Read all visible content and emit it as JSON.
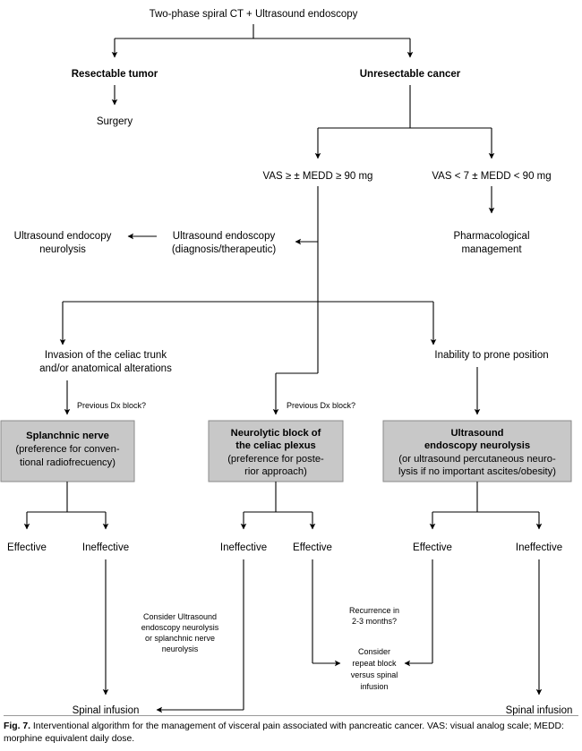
{
  "figure": {
    "label": "Fig. 7.",
    "caption": "Interventional algorithm for the management of visceral pain associated with pancreatic cancer. VAS: visual analog scale; MEDD: morphine equivalent daily dose."
  },
  "colors": {
    "box_fill": "#c8c8c8",
    "box_stroke": "#8a8a8a",
    "line": "#000000",
    "text": "#000000",
    "background": "#ffffff"
  },
  "nodes": {
    "root": "Two-phase spiral CT + Ultrasound endoscopy",
    "resectable": "Resectable tumor",
    "unresectable": "Unresectable cancer",
    "surgery": "Surgery",
    "vas_high": "VAS ≥ ± MEDD ≥ 90 mg",
    "vas_low": "VAS < 7 ± MEDD < 90 mg",
    "us_endoscopy_l1": "Ultrasound endoscopy",
    "us_endoscopy_l2": "(diagnosis/therapeutic)",
    "us_endocopy_neuro_l1": "Ultrasound endocopy",
    "us_endocopy_neuro_l2": "neurolysis",
    "pharm_l1": "Pharmacological",
    "pharm_l2": "management",
    "invasion_l1": "Invasion of the celiac trunk",
    "invasion_l2": "and/or anatomical alterations",
    "inability": "Inability to prone position",
    "dx_block_left": "Previous Dx block?",
    "dx_block_mid": "Previous Dx block?",
    "box_splanchnic_l1": "Splanchnic nerve",
    "box_splanchnic_l2": "(preference for conven-",
    "box_splanchnic_l3": "tional radiofrecuency)",
    "box_celiac_l1": "Neurolytic block of",
    "box_celiac_l2": "the celiac plexus",
    "box_celiac_l3": "(preference for poste-",
    "box_celiac_l4": "rior approach)",
    "box_usn_l1": "Ultrasound",
    "box_usn_l2": "endoscopy neurolysis",
    "box_usn_l3": "(or ultrasound percutaneous neuro-",
    "box_usn_l4": "lysis if no important ascites/obesity)",
    "eff_1": "Effective",
    "ineff_1": "Ineffective",
    "ineff_2": "Ineffective",
    "eff_2": "Effective",
    "eff_3": "Effective",
    "ineff_3": "Ineffective",
    "consider_l1": "Consider Ultrasound",
    "consider_l2": "endoscopy neurolysis",
    "consider_l3": "or splanchnic nerve",
    "consider_l4": "neurolysis",
    "recurrence_l1": "Recurrence in",
    "recurrence_l2": "2-3 months?",
    "repeat_l1": "Consider",
    "repeat_l2": "repeat block",
    "repeat_l3": "versus spinal",
    "repeat_l4": "infusion",
    "spinal_left": "Spinal infusion",
    "spinal_right": "Spinal infusion"
  }
}
